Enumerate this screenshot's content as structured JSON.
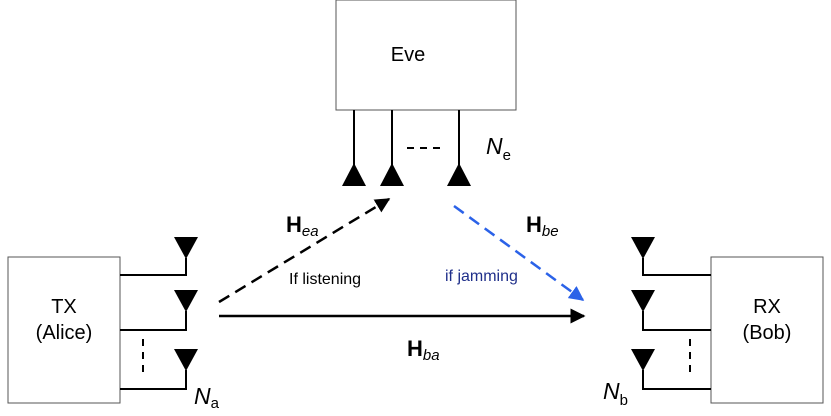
{
  "eve": {
    "label": "Eve",
    "count_sym": "N",
    "count_sub": "e"
  },
  "tx": {
    "line1": "TX",
    "line2": "(Alice)",
    "count_sym": "N",
    "count_sub": "a"
  },
  "rx": {
    "line1": "RX",
    "line2": "(Bob)",
    "count_sym": "N",
    "count_sub": "b"
  },
  "links": {
    "ea": {
      "sym": "H",
      "sub": "ea",
      "note": "If listening",
      "color": "#000000"
    },
    "be": {
      "sym": "H",
      "sub": "be",
      "note": "if jamming",
      "color": "#2b62e8",
      "note_color": "#1f2f8a"
    },
    "ba": {
      "sym": "H",
      "sub": "ba"
    }
  },
  "colors": {
    "jam_arrow": "#2b62e8",
    "jam_text": "#1f2f8a"
  }
}
